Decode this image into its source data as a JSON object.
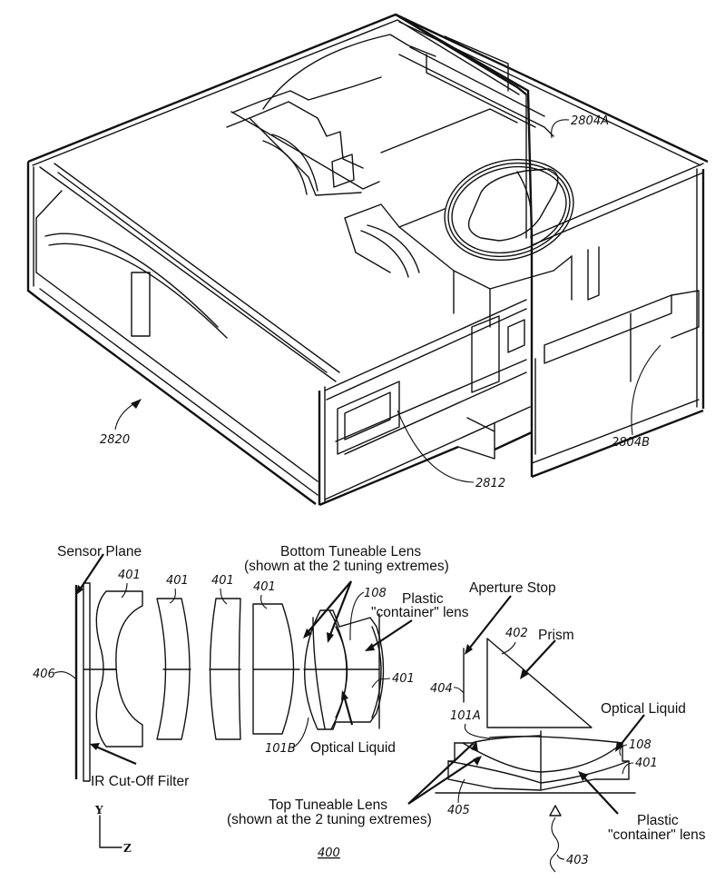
{
  "figure_top": {
    "subject": "camera module housing, isometric view",
    "reference_labels": {
      "housing_assembly": "2820",
      "top_enclosure": "2804A",
      "bottom_enclosure": "2804B",
      "lens_barrel": "2812"
    }
  },
  "figure_bottom": {
    "figure_number": "400",
    "captions": {
      "sensor_plane": "Sensor Plane",
      "ir_filter": "IR Cut-Off Filter",
      "bottom_lens_line1": "Bottom Tuneable Lens",
      "bottom_lens_line2": "(shown at the 2 tuning extremes)",
      "plastic_container_1_line1": "Plastic",
      "plastic_container_1_line2": "\"container\" lens",
      "optical_liquid_1": "Optical Liquid",
      "aperture_stop": "Aperture Stop",
      "prism": "Prism",
      "optical_liquid_2": "Optical Liquid",
      "top_lens_line1": "Top Tuneable Lens",
      "top_lens_line2": "(shown at the 2 tuning extremes)",
      "plastic_container_2_line1": "Plastic",
      "plastic_container_2_line2": "\"container\" lens"
    },
    "reference_labels": {
      "lens_a": "401",
      "lens_b": "401",
      "lens_c": "401",
      "lens_d": "401",
      "lens_e": "401",
      "lens_f": "401",
      "membrane_1": "108",
      "membrane_2": "108",
      "sensor": "406",
      "liquid_lens_b": "101B",
      "liquid_lens_a": "101A",
      "aperture": "404",
      "prism": "402",
      "base": "405",
      "light_in": "403"
    },
    "axes": {
      "y": "Y",
      "z": "Z"
    }
  }
}
